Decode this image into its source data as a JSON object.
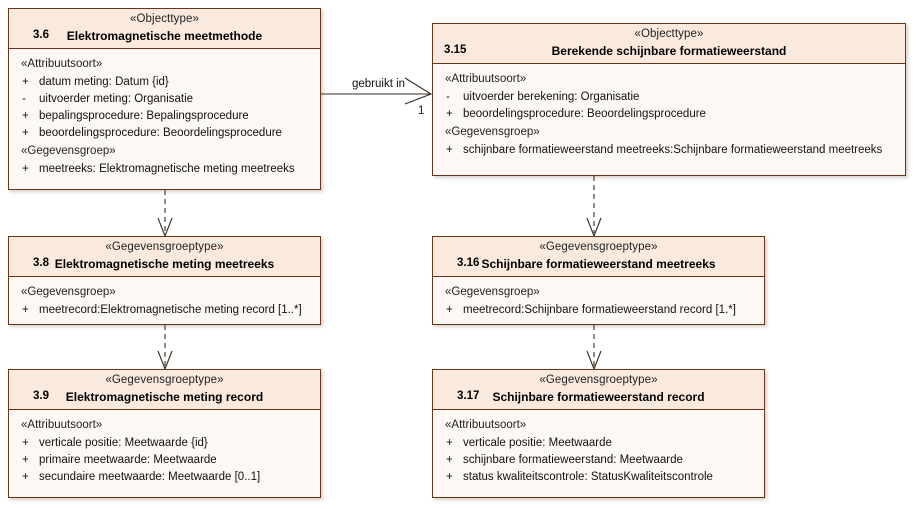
{
  "diagram": {
    "kind": "uml-class-diagram",
    "colors": {
      "border": "#6b3418",
      "header_fill": "#faeade",
      "body_fill": "#fdf8f3",
      "line": "#3a2a20",
      "text": "#111111"
    },
    "classes": [
      {
        "id": "emm",
        "number": "3.6",
        "stereotype": "«Objecttype»",
        "name": "Elektromagnetische meetmethode",
        "sections": [
          {
            "label": "«Attribuutsoort»",
            "features": [
              {
                "visibility": "+",
                "text": "datum meting: Datum {id}"
              },
              {
                "visibility": "-",
                "text": "uitvoerder meting: Organisatie"
              },
              {
                "visibility": "+",
                "text": "bepalingsprocedure: Bepalingsprocedure"
              },
              {
                "visibility": "+",
                "text": "beoordelingsprocedure: Beoordelingsprocedure"
              }
            ]
          },
          {
            "label": "«Gegevensgroep»",
            "features": [
              {
                "visibility": "+",
                "text": "meetreeks: Elektromagnetische meting meetreeks"
              }
            ]
          }
        ]
      },
      {
        "id": "bsf",
        "number": "3.15",
        "stereotype": "«Objecttype»",
        "name": "Berekende schijnbare formatieweerstand",
        "sections": [
          {
            "label": "«Attribuutsoort»",
            "features": [
              {
                "visibility": "-",
                "text": "uitvoerder berekening: Organisatie"
              },
              {
                "visibility": "+",
                "text": "beoordelingsprocedure: Beoordelingsprocedure"
              }
            ]
          },
          {
            "label": "«Gegevensgroep»",
            "features": [
              {
                "visibility": "+",
                "text": "schijnbare formatieweerstand meetreeks:Schijnbare formatieweerstand meetreeks"
              }
            ]
          }
        ]
      },
      {
        "id": "emmm",
        "number": "3.8",
        "stereotype": "«Gegevensgroeptype»",
        "name": "Elektromagnetische meting meetreeks",
        "sections": [
          {
            "label": "«Gegevensgroep»",
            "features": [
              {
                "visibility": "+",
                "text": "meetrecord:Elektromagnetische meting record [1..*]"
              }
            ]
          }
        ]
      },
      {
        "id": "sfm",
        "number": "3.16",
        "stereotype": "«Gegevensgroeptype»",
        "name": "Schijnbare formatieweerstand meetreeks",
        "sections": [
          {
            "label": "«Gegevensgroep»",
            "features": [
              {
                "visibility": "+",
                "text": "meetrecord:Schijnbare formatieweerstand record [1.*]"
              }
            ]
          }
        ]
      },
      {
        "id": "emr",
        "number": "3.9",
        "stereotype": "«Gegevensgroeptype»",
        "name": "Elektromagnetische meting record",
        "sections": [
          {
            "label": "«Attribuutsoort»",
            "features": [
              {
                "visibility": "+",
                "text": "verticale positie: Meetwaarde {id}"
              },
              {
                "visibility": "+",
                "text": "primaire meetwaarde: Meetwaarde"
              },
              {
                "visibility": "+",
                "text": "secundaire meetwaarde: Meetwaarde [0..1]"
              }
            ]
          }
        ]
      },
      {
        "id": "sfr",
        "number": "3.17",
        "stereotype": "«Gegevensgroeptype»",
        "name": "Schijnbare formatieweerstand record",
        "sections": [
          {
            "label": "«Attribuutsoort»",
            "features": [
              {
                "visibility": "+",
                "text": "verticale positie: Meetwaarde"
              },
              {
                "visibility": "+",
                "text": "schijnbare formatieweerstand: Meetwaarde"
              },
              {
                "visibility": "+",
                "text": "status kwaliteitscontrole: StatusKwaliteitscontrole"
              }
            ]
          }
        ]
      }
    ],
    "connectors": [
      {
        "id": "assoc-gebruikt-in",
        "type": "association",
        "label": "gebruikt in",
        "target_multiplicity": "1",
        "from": "emm",
        "to": "bsf"
      },
      {
        "id": "dep-emm-emmm",
        "type": "dependency",
        "label": "",
        "from": "emm",
        "to": "emmm"
      },
      {
        "id": "dep-emmm-emr",
        "type": "dependency",
        "label": "",
        "from": "emmm",
        "to": "emr"
      },
      {
        "id": "dep-bsf-sfm",
        "type": "dependency",
        "label": "",
        "from": "bsf",
        "to": "sfm"
      },
      {
        "id": "dep-sfm-sfr",
        "type": "dependency",
        "label": "",
        "from": "sfm",
        "to": "sfr"
      }
    ]
  }
}
